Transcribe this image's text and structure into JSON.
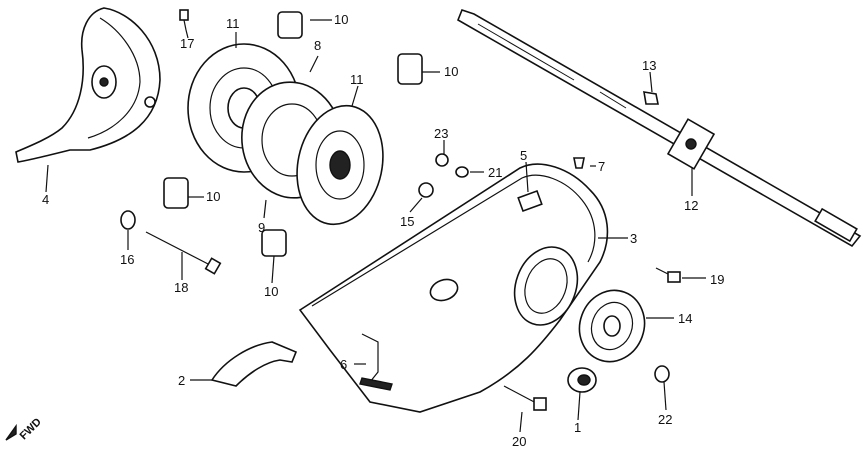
{
  "callouts": [
    "1",
    "2",
    "3",
    "4",
    "5",
    "6",
    "7",
    "8",
    "9",
    "10",
    "11",
    "12",
    "13",
    "14",
    "15",
    "16",
    "17",
    "18",
    "19",
    "20",
    "21",
    "22",
    "23"
  ],
  "fwd_label": "FWD"
}
